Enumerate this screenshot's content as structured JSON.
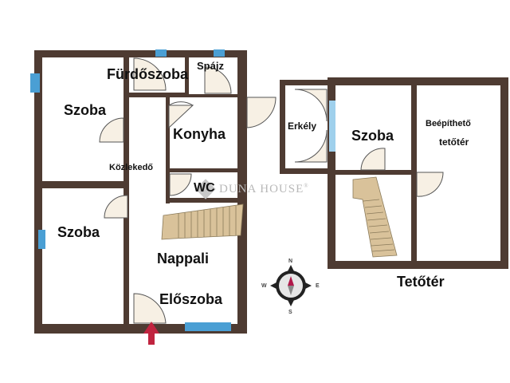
{
  "ground_floor": {
    "rooms": [
      {
        "id": "szoba_1",
        "label": "Szoba"
      },
      {
        "id": "furdoszoba",
        "label": "Fürdőszoba"
      },
      {
        "id": "spajz",
        "label": "Spájz"
      },
      {
        "id": "konyha",
        "label": "Konyha"
      },
      {
        "id": "kozlekedo",
        "label": "Közlekedő"
      },
      {
        "id": "wc",
        "label": "WC"
      },
      {
        "id": "szoba_2",
        "label": "Szoba"
      },
      {
        "id": "nappali",
        "label": "Nappali"
      },
      {
        "id": "eloszoba",
        "label": "Előszoba"
      }
    ]
  },
  "attic": {
    "title": "Tetőtér",
    "rooms": [
      {
        "id": "erkely",
        "label": "Erkély"
      },
      {
        "id": "szoba",
        "label": "Szoba"
      },
      {
        "id": "beepitheto_line1",
        "label": "Beépíthető"
      },
      {
        "id": "beepitheto_line2",
        "label": "tetőtér"
      }
    ]
  },
  "watermark": {
    "text": "DUNA HOUSE",
    "mark": "®"
  },
  "compass": {
    "n": "N",
    "e": "E",
    "s": "S",
    "w": "W"
  },
  "colors": {
    "wall": "#4e3b32",
    "window": "#4a9fd4",
    "door_fill": "#f7f0e4",
    "stairs": "#d9c29a",
    "entrance_arrow": "#c0243f",
    "compass_needle": "#b0184a"
  }
}
